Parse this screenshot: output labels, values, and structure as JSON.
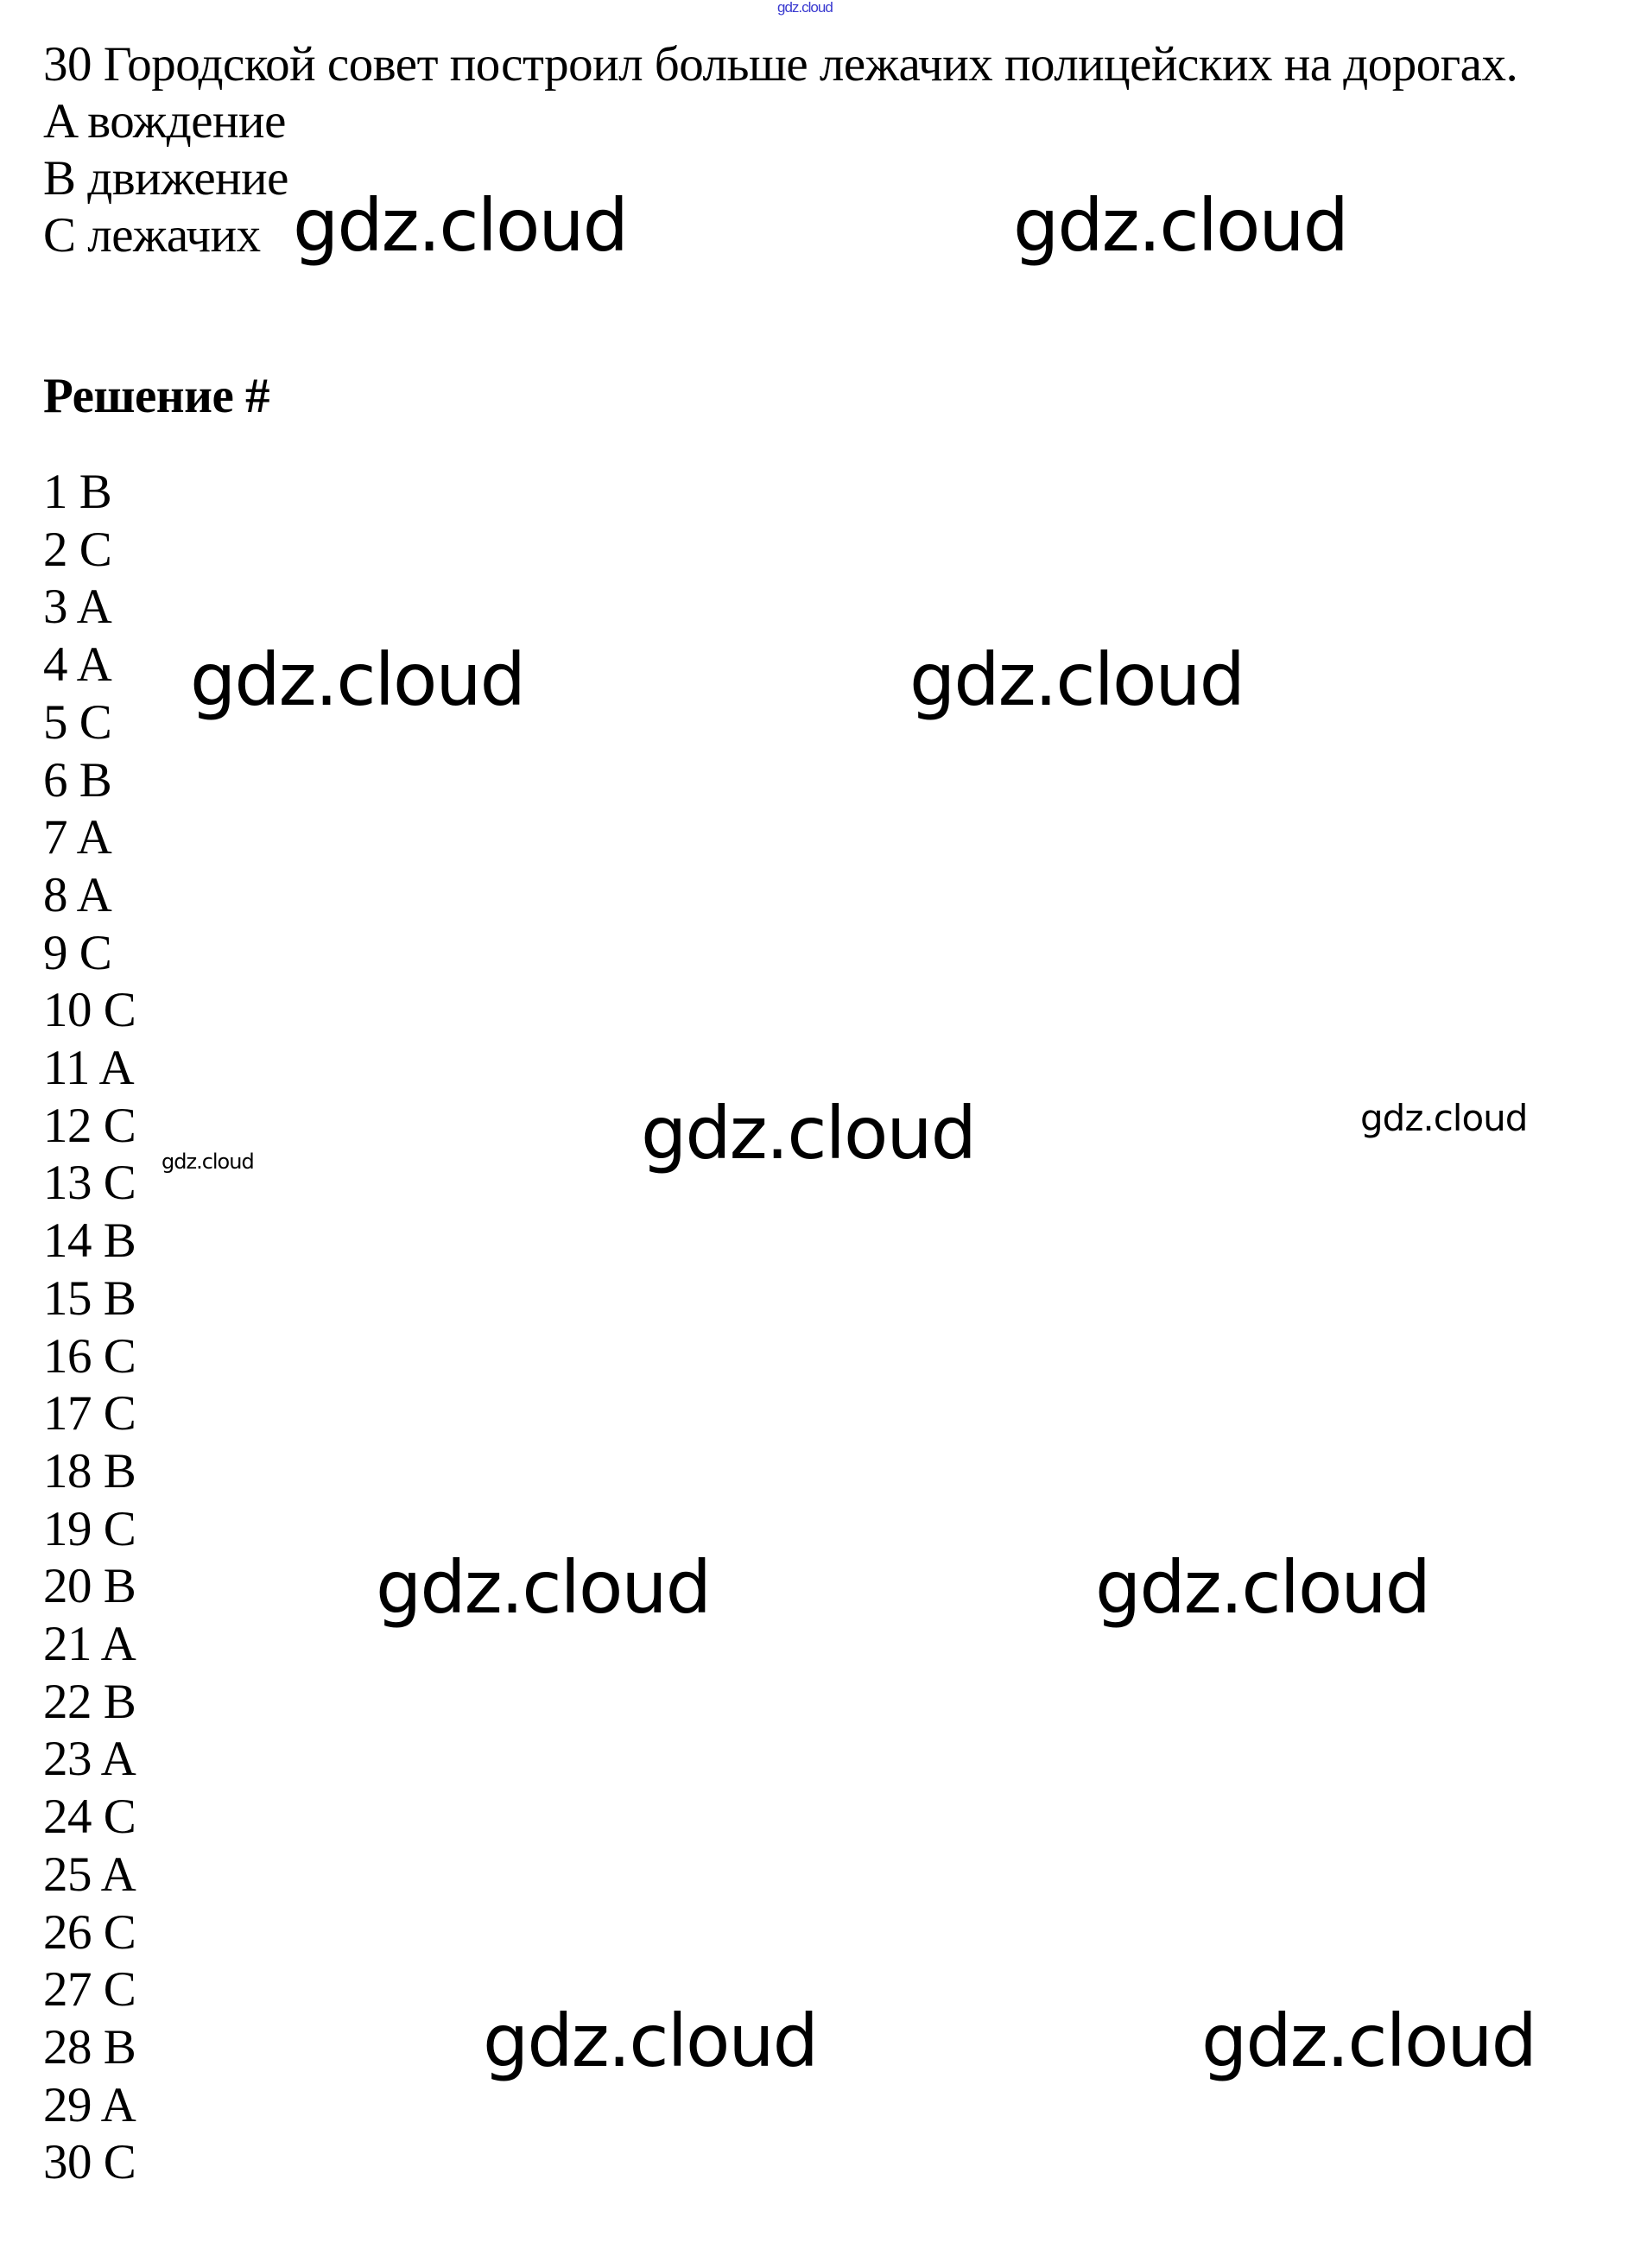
{
  "header_watermark": "gdz.cloud",
  "question": {
    "text": "30 Городской совет построил больше лежачих полицейских на дорогах.",
    "options": [
      "A вождение",
      "B движение",
      "C лежачих"
    ]
  },
  "solution_heading": "Решение #",
  "answers": [
    "1 B",
    "2 C",
    "3 A",
    "4 A",
    "5 C",
    "6 B",
    "7 A",
    "8 A",
    "9 C",
    "10 C",
    "11 A",
    "12 C",
    "13 C",
    "14 B",
    "15 B",
    "16 C",
    "17 C",
    "18 B",
    "19 C",
    "20 B",
    "21 A",
    "22 B",
    "23 A",
    "24 C",
    "25 A",
    "26 C",
    "27 C",
    "28 B",
    "29 A",
    "30 C"
  ],
  "watermark_text": "gdz.cloud",
  "colors": {
    "text": "#000000",
    "header_watermark": "#3a3ad0"
  }
}
